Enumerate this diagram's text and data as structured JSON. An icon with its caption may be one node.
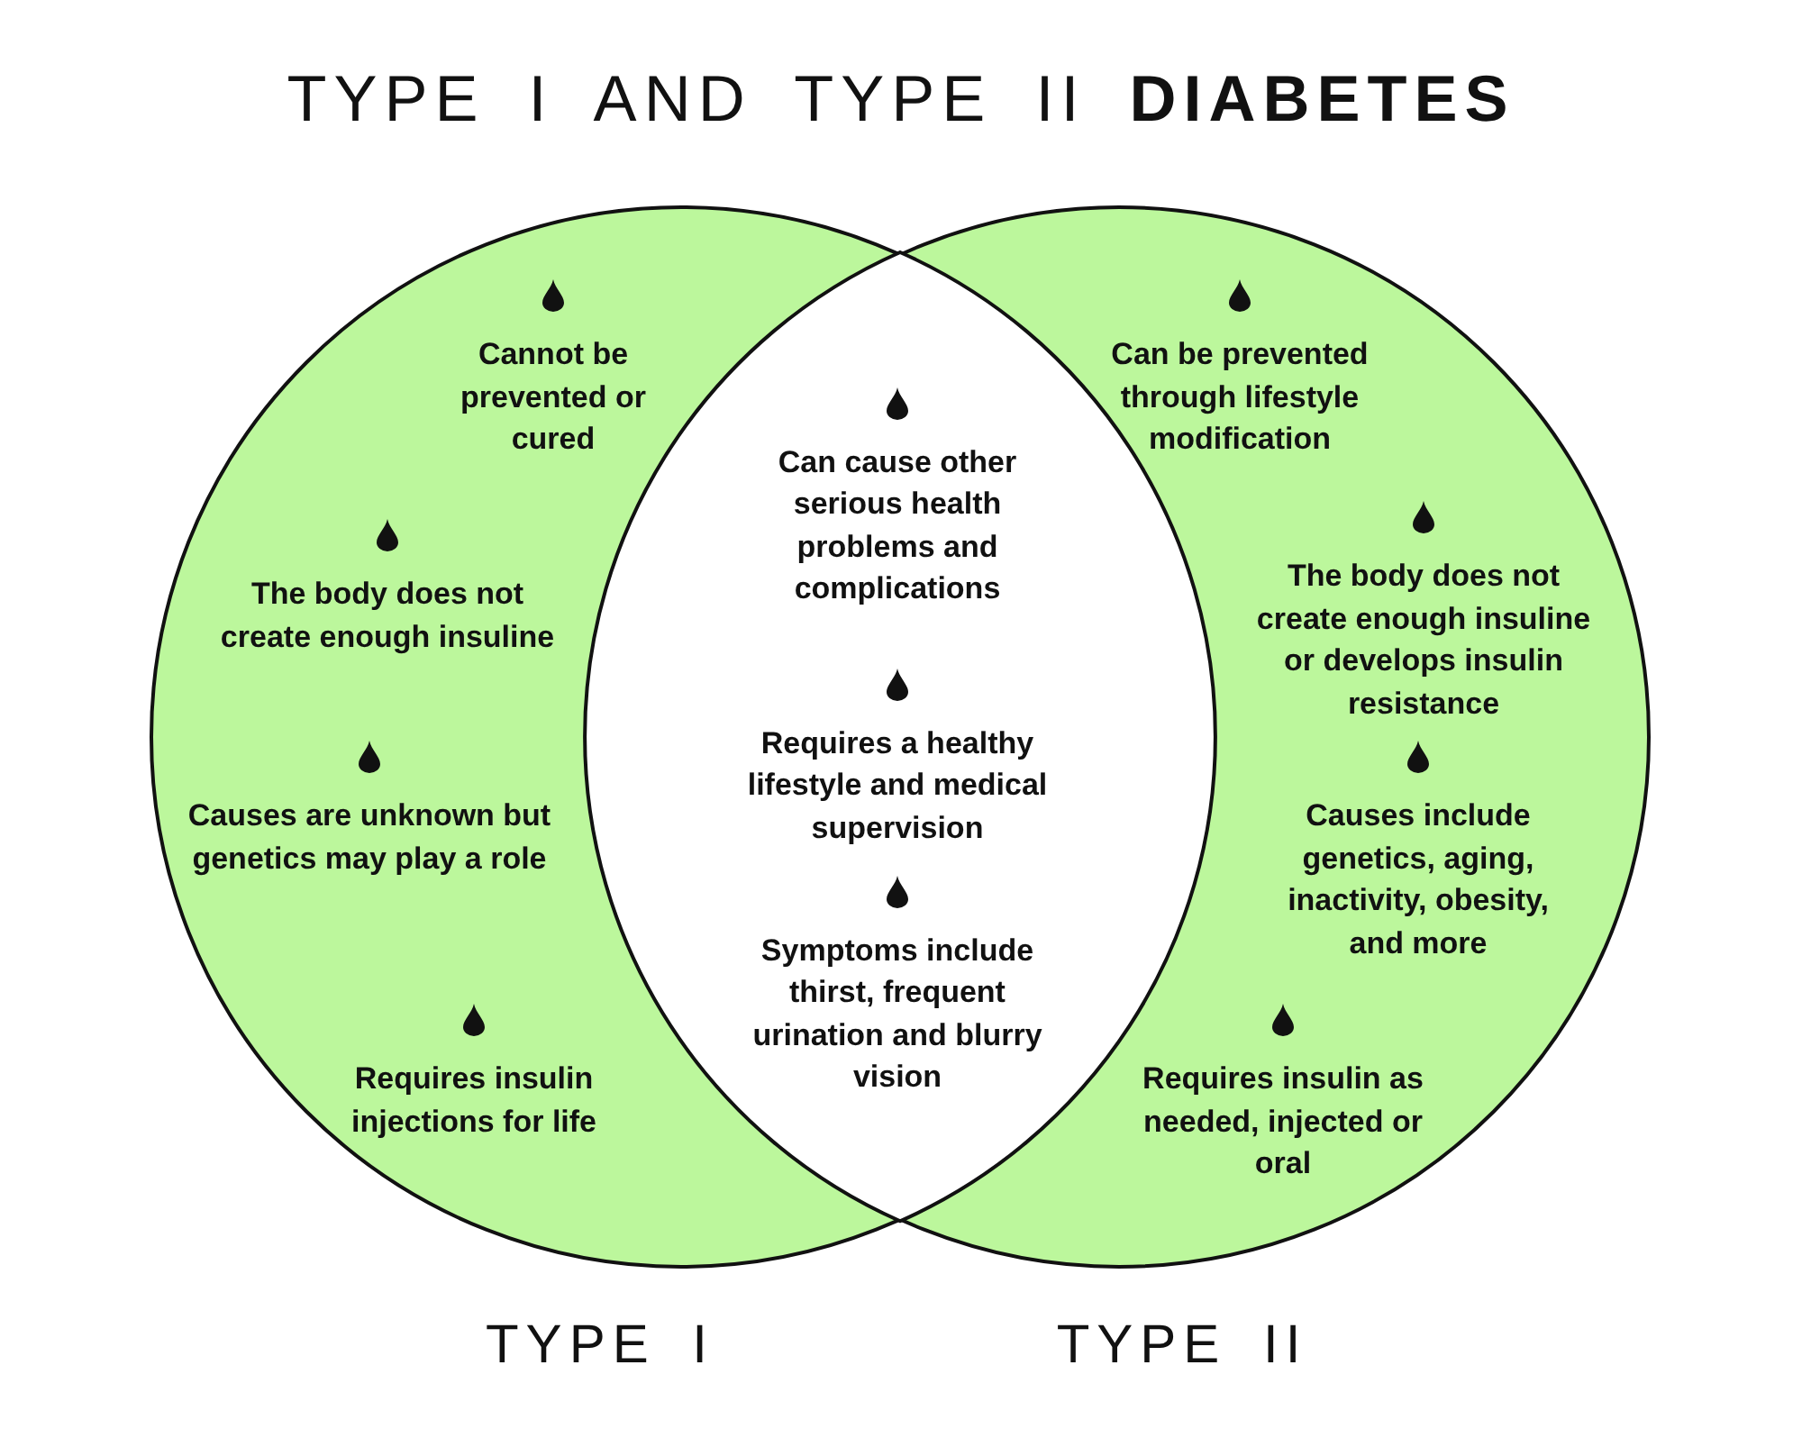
{
  "diagram": {
    "title": "TYPE I AND TYPE II **DIABETES**",
    "nodes": [
      {
        "text": [
          "Cannot be prevented or cured",
          "The body does not create enough insuline",
          "Causes are unknown but genetics may play a role",
          "Requires insulin injections for life",
          "TYPE I"
        ]
      },
      {
        "text": [
          "Can be prevented through lifestyle modification",
          "The body does not create enough insuline or develops insulin resistance",
          "Causes include genetics, aging, inactivity, obesity, and more",
          "Requires insulin as needed, injected or oral",
          "TYPE II"
        ]
      },
      {
        "text": [
          "Can cause other serious health problems and complications",
          "Requires a healthy lifestyle and medical supervision",
          "Symptoms include thirst, frequent urination and blurry vision"
        ]
      }
    ]
  }
}
